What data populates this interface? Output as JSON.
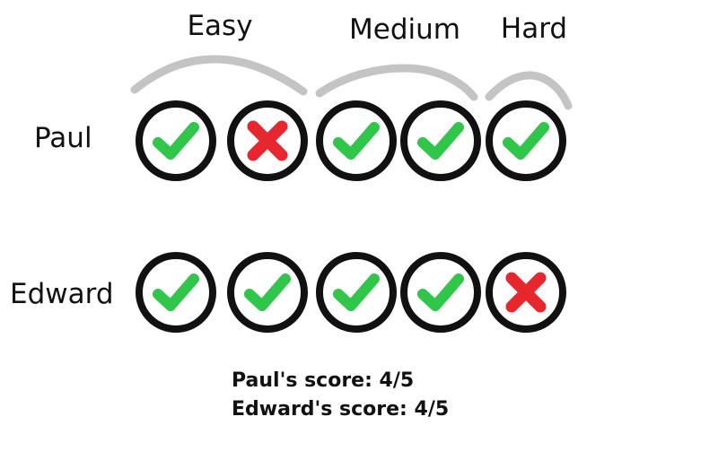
{
  "groups": [
    {
      "label": "Easy",
      "questions": 2
    },
    {
      "label": "Medium",
      "questions": 2
    },
    {
      "label": "Hard",
      "questions": 1
    }
  ],
  "rows": [
    {
      "name": "Paul",
      "results": [
        "correct",
        "wrong",
        "correct",
        "correct",
        "correct"
      ]
    },
    {
      "name": "Edward",
      "results": [
        "correct",
        "correct",
        "correct",
        "correct",
        "wrong"
      ]
    }
  ],
  "scores": [
    "Paul's score: 4/5",
    "Edward's score: 4/5"
  ],
  "icons": {
    "correct": "check-mark-icon",
    "wrong": "cross-mark-icon"
  },
  "colors": {
    "check": "#2fc64a",
    "cross": "#e8262d",
    "ring": "#111111",
    "brace": "#c4c4c4"
  }
}
